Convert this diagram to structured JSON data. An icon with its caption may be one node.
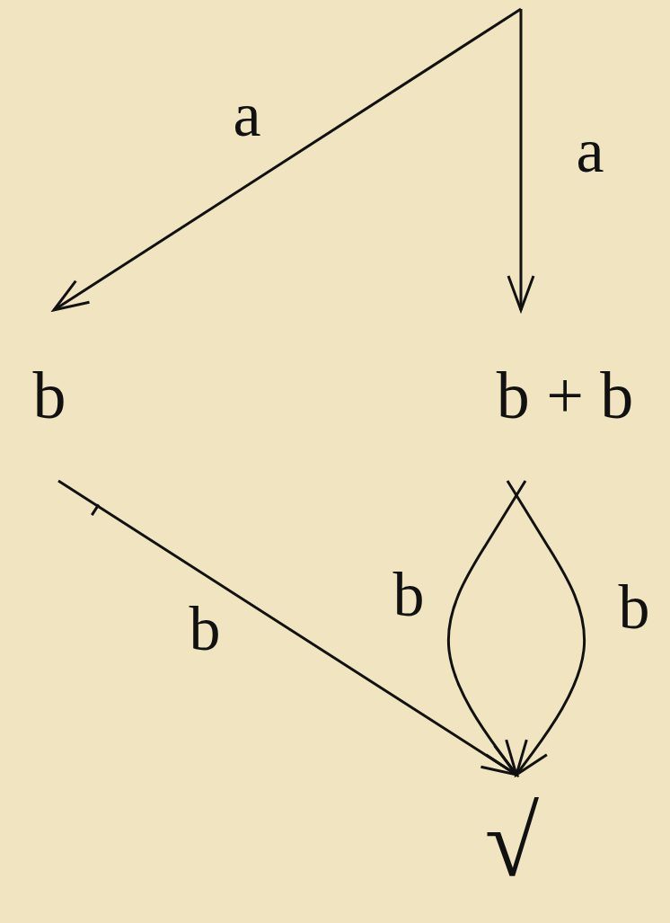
{
  "diagram": {
    "nodes": [
      {
        "text": [
          "b"
        ]
      },
      {
        "text": [
          "b + b"
        ]
      },
      {
        "text": [
          "√"
        ]
      }
    ],
    "edges": [
      {
        "from": null,
        "to": 0,
        "arrow": "to",
        "label": "a"
      },
      {
        "from": null,
        "to": 1,
        "arrow": "to",
        "label": "a"
      },
      {
        "from": 0,
        "to": 2,
        "arrow": "to",
        "label": "b"
      },
      {
        "from": 1,
        "to": 2,
        "arrow": "to",
        "label": "b"
      },
      {
        "from": 1,
        "to": 2,
        "arrow": "to",
        "label": "b"
      }
    ]
  }
}
